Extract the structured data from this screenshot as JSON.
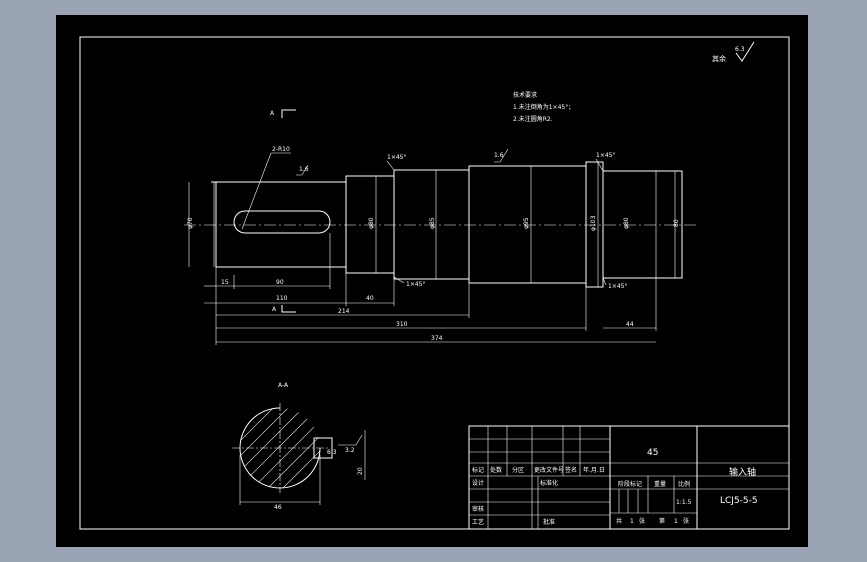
{
  "drawing": {
    "roughness_note": "其余",
    "roughness_value": "6.3",
    "section_mark": "A",
    "section_mark_bottom": "A",
    "section_title": "A-A",
    "tech_title": "技术要求",
    "tech_req_1": "1.未注倒角为1×45°；",
    "tech_req_2": "2.未注圆角R2.",
    "keyway_label": "2-R10",
    "rough_16_a": "1.6",
    "rough_16_b": "1.6",
    "chamfer_1": "1×45°",
    "chamfer_2": "1×45°",
    "chamfer_3": "1×45°",
    "chamfer_4": "1×45°",
    "dia_1": "φ70",
    "dia_2": "φ80",
    "dia_3": "φ85",
    "dia_4": "φ95",
    "dia_5": "φ103",
    "dia_6": "φ80",
    "dia_7": "80",
    "len_1": "15",
    "len_2": "90",
    "len_3": "110",
    "len_4": "40",
    "len_5": "214",
    "len_6": "310",
    "len_7": "44",
    "len_8": "374",
    "sec_width": "46",
    "sec_key": "3.2",
    "sec_depth": "20",
    "sec_r": "6.3"
  },
  "title_block": {
    "material": "45",
    "part_name": "输入轴",
    "drawing_no": "LCJ5-5-5",
    "scale_value": "1:1.5",
    "labels": {
      "mark": "标记",
      "count": "处数",
      "zone": "分区",
      "change_doc": "更改文件号",
      "sign": "签名",
      "date": "年.月.日",
      "design": "设计",
      "standardize": "标准化",
      "stage_mark": "阶段标记",
      "weight": "重量",
      "scale": "比例",
      "review": "审核",
      "process": "工艺",
      "approve": "批准",
      "total": "共",
      "total_num": "1",
      "sheets": "张",
      "page": "第",
      "page_num": "1",
      "sheets2": "张"
    }
  }
}
